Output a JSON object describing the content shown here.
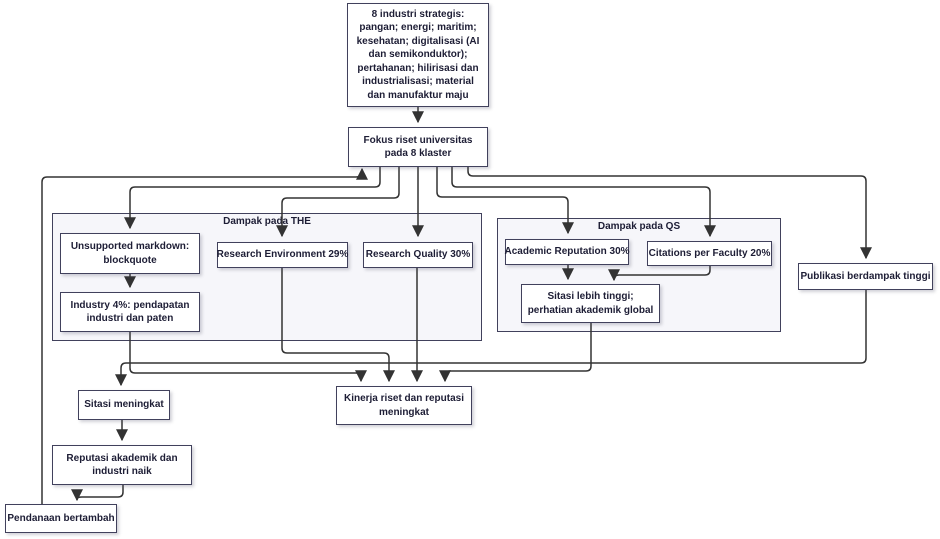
{
  "diagram": {
    "type": "flowchart",
    "clusters": {
      "the": {
        "label": "Dampak pada THE"
      },
      "qs": {
        "label": "Dampak pada QS"
      }
    },
    "nodes": {
      "strategic_industries": {
        "lines": [
          "8 industri strategis:",
          "pangan; energi; maritim;",
          "kesehatan; digitalisasi (AI",
          "dan semikonduktor);",
          "pertahanan; hilirisasi dan",
          "industrialisasi; material",
          "dan manufaktur maju"
        ]
      },
      "university_focus": {
        "lines": [
          "Fokus riset universitas",
          "pada 8 klaster"
        ]
      },
      "unsupported_markdown": {
        "lines": [
          "Unsupported markdown:",
          "blockquote"
        ]
      },
      "industry_income": {
        "lines": [
          "Industry 4%: pendapatan",
          "industri dan paten"
        ]
      },
      "research_environment": {
        "lines": [
          "Research Environment 29%"
        ]
      },
      "research_quality": {
        "lines": [
          "Research Quality 30%"
        ]
      },
      "academic_reputation": {
        "lines": [
          "Academic Reputation 30%"
        ]
      },
      "citations_per_faculty": {
        "lines": [
          "Citations per Faculty 20%"
        ]
      },
      "higher_citations_global": {
        "lines": [
          "Sitasi lebih tinggi;",
          "perhatian akademik global"
        ]
      },
      "high_impact_publications": {
        "lines": [
          "Publikasi berdampak tinggi"
        ]
      },
      "research_performance": {
        "lines": [
          "Kinerja riset dan reputasi",
          "meningkat"
        ]
      },
      "citations_increase": {
        "lines": [
          "Sitasi meningkat"
        ]
      },
      "reputation_rise": {
        "lines": [
          "Reputasi akademik dan",
          "industri naik"
        ]
      },
      "funding_grows": {
        "lines": [
          "Pendanaan bertambah"
        ]
      }
    },
    "edges": [
      {
        "from": "strategic_industries",
        "to": "university_focus"
      },
      {
        "from": "university_focus",
        "to": "unsupported_markdown"
      },
      {
        "from": "university_focus",
        "to": "research_environment"
      },
      {
        "from": "university_focus",
        "to": "research_quality"
      },
      {
        "from": "university_focus",
        "to": "academic_reputation"
      },
      {
        "from": "university_focus",
        "to": "citations_per_faculty"
      },
      {
        "from": "university_focus",
        "to": "high_impact_publications"
      },
      {
        "from": "unsupported_markdown",
        "to": "industry_income"
      },
      {
        "from": "industry_income",
        "to": "research_performance"
      },
      {
        "from": "research_environment",
        "to": "research_performance"
      },
      {
        "from": "research_quality",
        "to": "research_performance"
      },
      {
        "from": "academic_reputation",
        "to": "higher_citations_global"
      },
      {
        "from": "citations_per_faculty",
        "to": "higher_citations_global"
      },
      {
        "from": "higher_citations_global",
        "to": "research_performance"
      },
      {
        "from": "high_impact_publications",
        "to": "citations_increase"
      },
      {
        "from": "citations_increase",
        "to": "reputation_rise"
      },
      {
        "from": "reputation_rise",
        "to": "funding_grows"
      },
      {
        "from": "funding_grows",
        "to": "university_focus"
      }
    ],
    "colors": {
      "node_fill": "#ffffff",
      "node_border": "#41415c",
      "cluster_fill": "#f6f6fa",
      "edge": "#333333",
      "text": "#1d1d35"
    }
  }
}
